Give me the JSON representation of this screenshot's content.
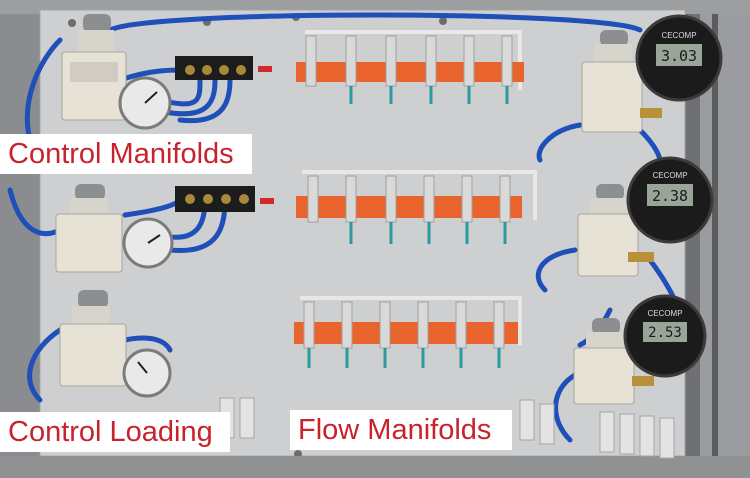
{
  "photo": {
    "labels": {
      "control_manifolds": "Control Manifolds",
      "control_loading": "Control Loading",
      "flow_manifolds": "Flow Manifolds"
    },
    "gauges": {
      "brand": "CECOMP",
      "readouts": [
        "3.03",
        "2.38",
        "2.53"
      ]
    },
    "colors": {
      "label_text": "#c8232c",
      "label_bg": "#ffffff",
      "panel": "#c9cbcc",
      "manifold_orange": "#e8642c",
      "tubing_blue": "#1f4fb8"
    }
  }
}
